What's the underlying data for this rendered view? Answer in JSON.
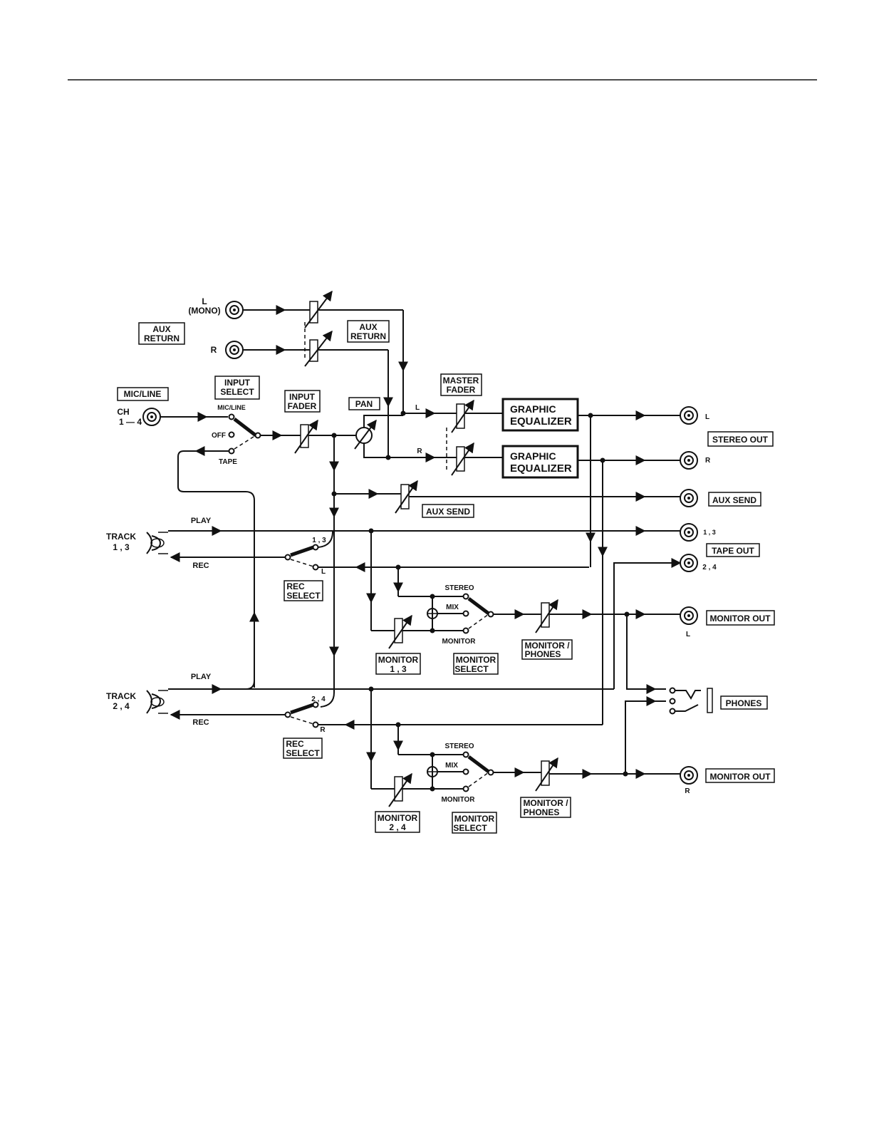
{
  "labels": {
    "aux_return_l_line1": "L",
    "aux_return_l_line2": "(MONO)",
    "aux_return_r": "R",
    "aux_return_left_box": [
      "AUX",
      "RETURN"
    ],
    "aux_return_center_box": [
      "AUX",
      "RETURN"
    ],
    "mic_line_box": "MIC/LINE",
    "ch_line1": "CH",
    "ch_line2": "1 — 4",
    "input_select_box": [
      "INPUT",
      "SELECT"
    ],
    "input_select_mic_line": "MIC/LINE",
    "input_select_off": "OFF",
    "input_select_tape": "TAPE",
    "input_fader_box": [
      "INPUT",
      "FADER"
    ],
    "pan_box": "PAN",
    "pan_l": "L",
    "pan_r": "R",
    "master_fader_box": [
      "MASTER",
      "FADER"
    ],
    "graphic_eq_top": [
      "GRAPHIC",
      "EQUALIZER"
    ],
    "graphic_eq_bottom": [
      "GRAPHIC",
      "EQUALIZER"
    ],
    "stereo_out_l": "L",
    "stereo_out_r": "R",
    "stereo_out_box": "STEREO OUT",
    "aux_send_box_mid": "AUX SEND",
    "aux_send_box_right": "AUX SEND",
    "track13_line1": "TRACK",
    "track13_line2": "1 , 3",
    "track24_line1": "TRACK",
    "track24_line2": "2 , 4",
    "play_upper": "PLAY",
    "rec_upper": "REC",
    "play_lower": "PLAY",
    "rec_lower": "REC",
    "rec_select_upper_13": "1 , 3",
    "rec_select_upper_l": "L",
    "rec_select_lower_24": "2 , 4",
    "rec_select_lower_r": "R",
    "rec_select_upper_box": [
      "REC",
      "SELECT"
    ],
    "rec_select_lower_box": [
      "REC",
      "SELECT"
    ],
    "tape_out_13": "1 , 3",
    "tape_out_24": "2 , 4",
    "tape_out_box": "TAPE OUT",
    "stereo_upper": "STEREO",
    "mix_upper": "MIX",
    "monitor_upper": "MONITOR",
    "stereo_lower": "STEREO",
    "mix_lower": "MIX",
    "monitor_lower": "MONITOR",
    "monitor13_box": [
      "MONITOR",
      "1 , 3"
    ],
    "monitor24_box": [
      "MONITOR",
      "2 , 4"
    ],
    "monitor_select_upper_box": [
      "MONITOR",
      "SELECT"
    ],
    "monitor_select_lower_box": [
      "MONITOR",
      "SELECT"
    ],
    "monitor_phones_upper_box": [
      "MONITOR /",
      "PHONES"
    ],
    "monitor_phones_lower_box": [
      "MONITOR /",
      "PHONES"
    ],
    "monitor_out_l": "L",
    "monitor_out_r": "R",
    "monitor_out_upper_box": "MONITOR OUT",
    "monitor_out_lower_box": "MONITOR OUT",
    "phones_box": "PHONES"
  }
}
